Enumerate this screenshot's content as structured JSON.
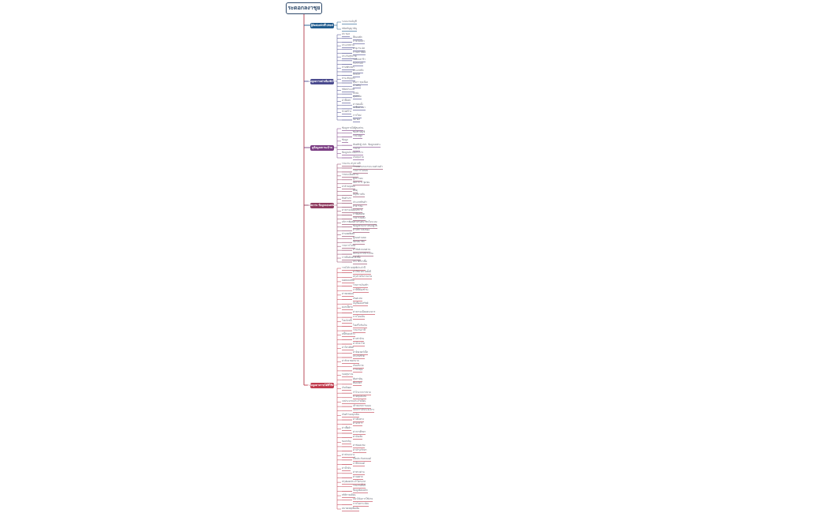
{
  "title": "ระดอกลงาชุย",
  "branches": [
    {
      "label": "ผู้ติดต่อหลักที่ไปรษณ์",
      "color": "#1e5a8c",
      "leaves": [
        "ระบบงานบัญชี",
        "ชนิดสัญญาลัญ"
      ]
    },
    {
      "label": "ข้อมูลความต่างห้องพักใต้",
      "color": "#4a4a8e",
      "leaves": [
        "ลัก ชมร",
        "ที่ตอนพัก",
        "ภายใน่ปทว",
        "ประเภทส่วน",
        "อายุงาน ฝด",
        "การตก้าพี่ยดี",
        "ประกันสุขภาพ",
        "ระดับบท ชิ่ว",
        "กิจกรรมมี",
        "ส่วนพักเทยร",
        "ประเภทสิ่ง",
        "ปีกลไก้",
        "ส่วน สัญญาง",
        "ทุนภา ทุนเนื่อง",
        "นายสัญ",
        "ชนิดประเภท",
        "แก่ส่ง",
        "ศุนย์เพิ่ม",
        "ค่าที่อพร",
        "ค่าก่อนตั้ง",
        "ลงชื่อพระยา",
        "ช่วยสร้าง",
        "การใหม่",
        "บิตาผล"
      ]
    },
    {
      "label": "ดูข้อมูลสถานะบ้าน",
      "color": "#7a3b82",
      "leaves": [
        "ข้อมูลรายได้ผู้ขอส่วน",
        "ข้อเข้าบัญชี",
        "รายได้ลูก",
        "ข้อมูล",
        "ห้องพักผู้ ปปร. ข้อมูลเฉพาะ",
        "รายได้",
        "ข้อมูลประกอบกิจการ",
        "เงินทุนรวม"
      ]
    },
    {
      "label": "บทความ ข้อมูลลอนสมัคร",
      "color": "#8e3a5e",
      "leaves": [
        "รายงาน สรุปรายปี",
        "ร้านพยาบาลงานระบบส่วนตัว",
        "รายการในรอบ",
        "รายละเอียดบ้าน",
        "ผู้ประกอบ",
        "อัตราการ ชุมชน",
        "ยาส่วนบุคคล",
        "พัสดุ",
        "บัญชีรายรับ",
        "สินค้าเก่า",
        "ประเภทสินค้า",
        "สาธารณะ",
        "ค่าธรรมเนียมบริการ",
        "ภาษีผลผลิต",
        "ราคารวมทั้ง",
        "บริการพิเศษสำหรับสมาชิกในระบบ",
        "ข้อมูลส่วนกลางของผู้ใช้",
        "ค่าบริการส่งของ",
        "ส่วนลดพิเศษ",
        "คูปองส่วนลด",
        "บัตรสมาชิก",
        "รายการโปรด",
        "ค่าจัดส่งแบบด่วน",
        "สถานะการชำระเงิน",
        "การยืนยันคำสั่งซื้อ",
        "ประวัติการซื้อ"
      ]
    },
    {
      "label": "ดูข้อมูลตามรายได้ที่ใช้งาน",
      "color": "#c0394b",
      "leaves": [
        "รายได้รวมสุทธิประจำปี",
        "ค่าใช้จ่ายรวมทั้งปี",
        "สรุปรายรับรายจ่าย",
        "ยอดคงเหลือ",
        "รายการเงินเข้า",
        "ภาษีที่ต้องชำระ",
        "ค่าลดหย่อน",
        "เงินสะสม",
        "บัญชีออมทรัพย์",
        "ดอกเบี้ยรับ",
        "ค่าธรรมเนียมธนาคาร",
        "การโอนเงิน",
        "ใบแจ้งหนี้",
        "ใบเสร็จรับเงิน",
        "รายงานภาษี",
        "หนี้สินคงค้าง",
        "ค่าเช่าบ้าน",
        "ค่าน้ำค่าไฟ",
        "ค่าโทรศัพท์",
        "ค่าอินเทอร์เน็ต",
        "ประกันชีวิต",
        "ค่ารักษาพยาบาล",
        "เงินบริจาค",
        "การลงทุน",
        "กองทุนรวม",
        "หุ้นสามัญ",
        "พันธบัตร",
        "เงินปันผล",
        "กำไรจากการขาย",
        "ขาดทุนสะสม",
        "งบประมาณประจำเดือน",
        "เป้าหมายการออม",
        "แผนการเงินระยะยาว",
        "เงินสำรองฉุกเฉิน",
        "ค่าเดินทาง",
        "ค่าอาหาร",
        "ค่าเสื้อผ้า",
        "ค่าการศึกษา",
        "ค่าบันเทิง",
        "ของขวัญ",
        "ค่าซ่อมแซม",
        "ค่าบำรุงรักษา",
        "ค่าส่วนกลาง",
        "เบี้ยประกันรถยนต์",
        "ภาษีรถยนต์",
        "ค่าน้ำมัน",
        "ค่าทางด่วน",
        "ค่าจอดรถ",
        "สรุปยอดประจำไตรมาส",
        "รายงานสิ้นปี",
        "ข้อมูลย้อนหลัง",
        "สถิติรายเดือน",
        "แนวโน้มการใช้จ่าย",
        "การวิเคราะห์งบ",
        "หมายเหตุเพิ่มเติม"
      ]
    }
  ]
}
